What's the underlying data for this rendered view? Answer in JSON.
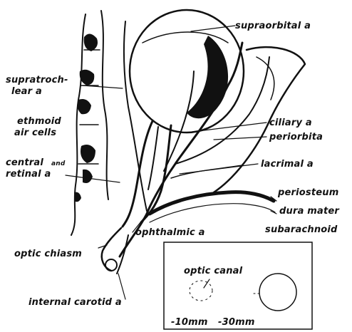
{
  "labels": {
    "supraorbital": "supraorbital a",
    "supratrochlear_line1": "supratroch-",
    "supratrochlear_line2": "lear a",
    "ethmoid_line1": "ethmoid",
    "ethmoid_line2": "air cells",
    "central_line1": "central",
    "central_and": "and",
    "central_line2": "retinal a",
    "ciliary": "ciliary a",
    "periorbita": "periorbita",
    "lacrimal": "lacrimal a",
    "periosteum": "periosteum",
    "dura": "dura mater",
    "subarachnoid": "subarachnoid",
    "ophthalmic": "ophthalmic a",
    "optic_chiasm": "optic chiasm",
    "internal_carotid": "internal carotid a"
  },
  "inset": {
    "title": "optic canal",
    "dims_left": "-10mm",
    "dims_right": "-30mm"
  },
  "colors": {
    "ink": "#111111",
    "background": "#ffffff"
  }
}
